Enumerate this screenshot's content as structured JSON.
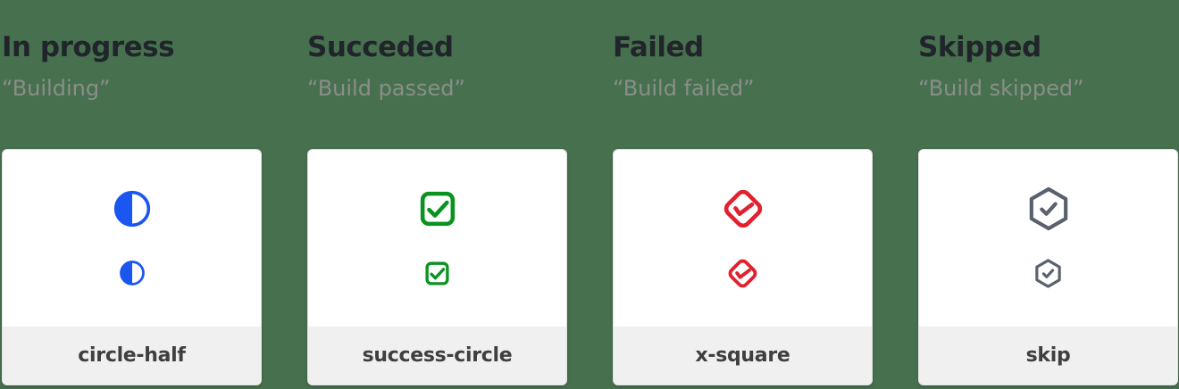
{
  "page": {
    "background": "#47714e",
    "card_background": "#ffffff",
    "card_footer_background": "#f0f0f0"
  },
  "columns": [
    {
      "title": "In progress",
      "subtitle": "“Building”",
      "icon": "circle-half-icon",
      "icon_color": "#1a56f0",
      "label": "circle-half"
    },
    {
      "title": "Succeded",
      "subtitle": "“Build passed”",
      "icon": "check-square-icon",
      "icon_color": "#0a9320",
      "label": "success-circle"
    },
    {
      "title": "Failed",
      "subtitle": "“Build failed”",
      "icon": "check-diamond-icon",
      "icon_color": "#e2202e",
      "label": "x-square"
    },
    {
      "title": "Skipped",
      "subtitle": "“Build skipped”",
      "icon": "check-hexagon-icon",
      "icon_color": "#5a616e",
      "label": "skip"
    }
  ]
}
